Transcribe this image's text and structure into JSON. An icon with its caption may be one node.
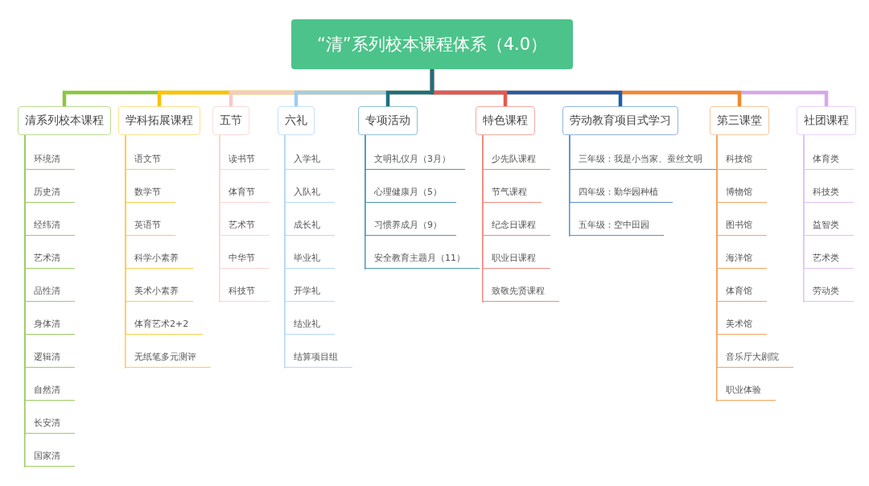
{
  "diagram": {
    "nodes": [
      {
        "text": [
          "“清”系列校本课程体系（4.0）"
        ]
      },
      {
        "text": [
          "清系列校本课程"
        ]
      },
      {
        "text": [
          "环境清"
        ]
      },
      {
        "text": [
          "历史清"
        ]
      },
      {
        "text": [
          "经纬清"
        ]
      },
      {
        "text": [
          "艺术清"
        ]
      },
      {
        "text": [
          "品性清"
        ]
      },
      {
        "text": [
          "身体清"
        ]
      },
      {
        "text": [
          "逻辑清"
        ]
      },
      {
        "text": [
          "自然清"
        ]
      },
      {
        "text": [
          "长安清"
        ]
      },
      {
        "text": [
          "国家清"
        ]
      },
      {
        "text": [
          "学科拓展课程"
        ]
      },
      {
        "text": [
          "语文节"
        ]
      },
      {
        "text": [
          "数学节"
        ]
      },
      {
        "text": [
          "英语节"
        ]
      },
      {
        "text": [
          "科学小素养"
        ]
      },
      {
        "text": [
          "美术小素养"
        ]
      },
      {
        "text": [
          "体育艺术2+2"
        ]
      },
      {
        "text": [
          "无纸笔多元测评"
        ]
      },
      {
        "text": [
          "五节"
        ]
      },
      {
        "text": [
          "读书节"
        ]
      },
      {
        "text": [
          "体育节"
        ]
      },
      {
        "text": [
          "艺术节"
        ]
      },
      {
        "text": [
          "中华节"
        ]
      },
      {
        "text": [
          "科技节"
        ]
      },
      {
        "text": [
          "六礼"
        ]
      },
      {
        "text": [
          "入学礼"
        ]
      },
      {
        "text": [
          "入队礼"
        ]
      },
      {
        "text": [
          "成长礼"
        ]
      },
      {
        "text": [
          "毕业礼"
        ]
      },
      {
        "text": [
          "开学礼"
        ]
      },
      {
        "text": [
          "结业礼"
        ]
      },
      {
        "text": [
          "结算项目组"
        ]
      },
      {
        "text": [
          "专项活动"
        ]
      },
      {
        "text": [
          "文明礼仪月（3月）"
        ]
      },
      {
        "text": [
          "心理健康月（5）"
        ]
      },
      {
        "text": [
          "习惯养成月（9）"
        ]
      },
      {
        "text": [
          "安全教育主题月（11）"
        ]
      },
      {
        "text": [
          "特色课程"
        ]
      },
      {
        "text": [
          "少先队课程"
        ]
      },
      {
        "text": [
          "节气课程"
        ]
      },
      {
        "text": [
          "纪念日课程"
        ]
      },
      {
        "text": [
          "职业日课程"
        ]
      },
      {
        "text": [
          "致敬先贤课程"
        ]
      },
      {
        "text": [
          "劳动教育项目式学习"
        ]
      },
      {
        "text": [
          "三年级：我是小当家、蚕丝文明"
        ]
      },
      {
        "text": [
          "四年级：勤华园种植"
        ]
      },
      {
        "text": [
          "五年级：空中田园"
        ]
      },
      {
        "text": [
          "第三课堂"
        ]
      },
      {
        "text": [
          "科技馆"
        ]
      },
      {
        "text": [
          "博物馆"
        ]
      },
      {
        "text": [
          "图书馆"
        ]
      },
      {
        "text": [
          "海洋馆"
        ]
      },
      {
        "text": [
          "体育馆"
        ]
      },
      {
        "text": [
          "美术馆"
        ]
      },
      {
        "text": [
          "音乐厅大剧院"
        ]
      },
      {
        "text": [
          "职业体验"
        ]
      },
      {
        "text": [
          "社团课程"
        ]
      },
      {
        "text": [
          "体育类"
        ]
      },
      {
        "text": [
          "科技类"
        ]
      },
      {
        "text": [
          "益智类"
        ]
      },
      {
        "text": [
          "艺术类"
        ]
      },
      {
        "text": [
          "劳动类"
        ]
      }
    ],
    "edges": [
      {
        "from": 0,
        "to": 1,
        "arrow": "none",
        "style": "thick",
        "color": "#8dc63f"
      },
      {
        "from": 0,
        "to": 12,
        "arrow": "none",
        "style": "thick",
        "color": "#ffc000"
      },
      {
        "from": 0,
        "to": 20,
        "arrow": "none",
        "style": "thick",
        "color": "#f9c9c5"
      },
      {
        "from": 0,
        "to": 26,
        "arrow": "none",
        "style": "thick",
        "color": "#9ecbf5"
      },
      {
        "from": 0,
        "to": 34,
        "arrow": "none",
        "style": "thick",
        "color": "#1b6f82"
      },
      {
        "from": 0,
        "to": 39,
        "arrow": "none",
        "style": "thick",
        "color": "#e9574a"
      },
      {
        "from": 0,
        "to": 45,
        "arrow": "none",
        "style": "thick",
        "color": "#1e5fa8"
      },
      {
        "from": 0,
        "to": 49,
        "arrow": "none",
        "style": "thick",
        "color": "#f08a2c"
      },
      {
        "from": 0,
        "to": 58,
        "arrow": "none",
        "style": "thick",
        "color": "#d7a6ec"
      },
      {
        "from": 1,
        "to": 2,
        "arrow": "none",
        "color": "#9ccc65"
      },
      {
        "from": 1,
        "to": 3,
        "arrow": "none",
        "color": "#9ccc65"
      },
      {
        "from": 1,
        "to": 4,
        "arrow": "none",
        "color": "#9ccc65"
      },
      {
        "from": 1,
        "to": 5,
        "arrow": "none",
        "color": "#9ccc65"
      },
      {
        "from": 1,
        "to": 6,
        "arrow": "none",
        "color": "#9ccc65"
      },
      {
        "from": 1,
        "to": 7,
        "arrow": "none",
        "color": "#9ccc65"
      },
      {
        "from": 1,
        "to": 8,
        "arrow": "none",
        "color": "#9ccc65"
      },
      {
        "from": 1,
        "to": 9,
        "arrow": "none",
        "color": "#9ccc65"
      },
      {
        "from": 1,
        "to": 10,
        "arrow": "none",
        "color": "#9ccc65"
      },
      {
        "from": 1,
        "to": 11,
        "arrow": "none",
        "color": "#9ccc65"
      },
      {
        "from": 12,
        "to": 13,
        "arrow": "none",
        "color": "#ffcc4d"
      },
      {
        "from": 12,
        "to": 14,
        "arrow": "none",
        "color": "#ffcc4d"
      },
      {
        "from": 12,
        "to": 15,
        "arrow": "none",
        "color": "#ffcc4d"
      },
      {
        "from": 12,
        "to": 16,
        "arrow": "none",
        "color": "#ffcc4d"
      },
      {
        "from": 12,
        "to": 17,
        "arrow": "none",
        "color": "#ffcc4d"
      },
      {
        "from": 12,
        "to": 18,
        "arrow": "none",
        "color": "#ffcc4d"
      },
      {
        "from": 12,
        "to": 19,
        "arrow": "none",
        "color": "#ffcc4d"
      },
      {
        "from": 20,
        "to": 21,
        "arrow": "none",
        "color": "#fbd5d2"
      },
      {
        "from": 20,
        "to": 22,
        "arrow": "none",
        "color": "#fbd5d2"
      },
      {
        "from": 20,
        "to": 23,
        "arrow": "none",
        "color": "#fbd5d2"
      },
      {
        "from": 20,
        "to": 24,
        "arrow": "none",
        "color": "#fbd5d2"
      },
      {
        "from": 20,
        "to": 25,
        "arrow": "none",
        "color": "#fbd5d2"
      },
      {
        "from": 26,
        "to": 27,
        "arrow": "none",
        "color": "#b5d8f8"
      },
      {
        "from": 26,
        "to": 28,
        "arrow": "none",
        "color": "#b5d8f8"
      },
      {
        "from": 26,
        "to": 29,
        "arrow": "none",
        "color": "#b5d8f8"
      },
      {
        "from": 26,
        "to": 30,
        "arrow": "none",
        "color": "#b5d8f8"
      },
      {
        "from": 26,
        "to": 31,
        "arrow": "none",
        "color": "#b5d8f8"
      },
      {
        "from": 26,
        "to": 32,
        "arrow": "none",
        "color": "#b5d8f8"
      },
      {
        "from": 26,
        "to": 33,
        "arrow": "none",
        "color": "#b5d8f8"
      },
      {
        "from": 34,
        "to": 35,
        "arrow": "none",
        "color": "#4f9aae"
      },
      {
        "from": 34,
        "to": 36,
        "arrow": "none",
        "color": "#4f9aae"
      },
      {
        "from": 34,
        "to": 37,
        "arrow": "none",
        "color": "#4f9aae"
      },
      {
        "from": 34,
        "to": 38,
        "arrow": "none",
        "color": "#4f9aae"
      },
      {
        "from": 39,
        "to": 40,
        "arrow": "none",
        "color": "#f08a80"
      },
      {
        "from": 39,
        "to": 41,
        "arrow": "none",
        "color": "#f08a80"
      },
      {
        "from": 39,
        "to": 42,
        "arrow": "none",
        "color": "#f08a80"
      },
      {
        "from": 39,
        "to": 43,
        "arrow": "none",
        "color": "#f08a80"
      },
      {
        "from": 39,
        "to": 44,
        "arrow": "none",
        "color": "#f08a80"
      },
      {
        "from": 45,
        "to": 46,
        "arrow": "none",
        "color": "#5b8fcf"
      },
      {
        "from": 45,
        "to": 47,
        "arrow": "none",
        "color": "#5b8fcf"
      },
      {
        "from": 45,
        "to": 48,
        "arrow": "none",
        "color": "#5b8fcf"
      },
      {
        "from": 49,
        "to": 50,
        "arrow": "none",
        "color": "#f5a45e"
      },
      {
        "from": 49,
        "to": 51,
        "arrow": "none",
        "color": "#f5a45e"
      },
      {
        "from": 49,
        "to": 52,
        "arrow": "none",
        "color": "#f5a45e"
      },
      {
        "from": 49,
        "to": 53,
        "arrow": "none",
        "color": "#f5a45e"
      },
      {
        "from": 49,
        "to": 54,
        "arrow": "none",
        "color": "#f5a45e"
      },
      {
        "from": 49,
        "to": 55,
        "arrow": "none",
        "color": "#f5a45e"
      },
      {
        "from": 49,
        "to": 56,
        "arrow": "none",
        "color": "#f5a45e"
      },
      {
        "from": 49,
        "to": 57,
        "arrow": "none",
        "color": "#f5a45e"
      },
      {
        "from": 58,
        "to": 59,
        "arrow": "none",
        "color": "#e2c0f2"
      },
      {
        "from": 58,
        "to": 60,
        "arrow": "none",
        "color": "#e2c0f2"
      },
      {
        "from": 58,
        "to": 61,
        "arrow": "none",
        "color": "#e2c0f2"
      },
      {
        "from": 58,
        "to": 62,
        "arrow": "none",
        "color": "#e2c0f2"
      },
      {
        "from": 58,
        "to": 63,
        "arrow": "none",
        "color": "#e2c0f2"
      }
    ]
  }
}
